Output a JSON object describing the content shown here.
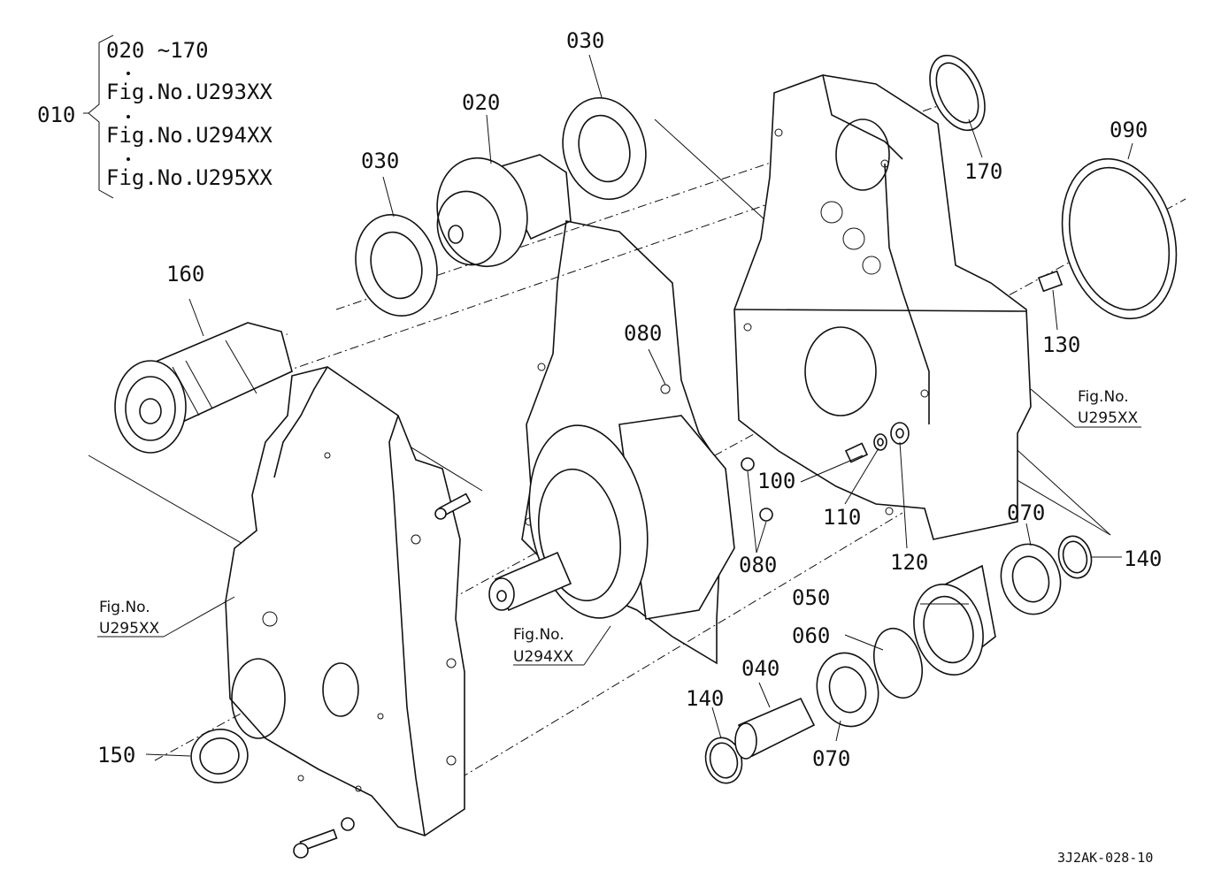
{
  "legend": {
    "group_label": "010",
    "items": [
      "020 ~170",
      "Fig.No.U293XX",
      "Fig.No.U294XX",
      "Fig.No.U295XX"
    ]
  },
  "callouts": {
    "p020": "020",
    "p030a": "030",
    "p030b": "030",
    "p040": "040",
    "p050": "050",
    "p060": "060",
    "p070a": "070",
    "p070b": "070",
    "p080a": "080",
    "p080b": "080",
    "p090": "090",
    "p100": "100",
    "p110": "110",
    "p120": "120",
    "p130": "130",
    "p140a": "140",
    "p140b": "140",
    "p150": "150",
    "p160": "160",
    "p170": "170"
  },
  "references": {
    "left": [
      "Fig.No.",
      "U295XX"
    ],
    "middle": [
      "Fig.No.",
      "U294XX"
    ],
    "right": [
      "Fig.No.",
      "U295XX"
    ]
  },
  "drawing_code": "3J2AK-028-10"
}
